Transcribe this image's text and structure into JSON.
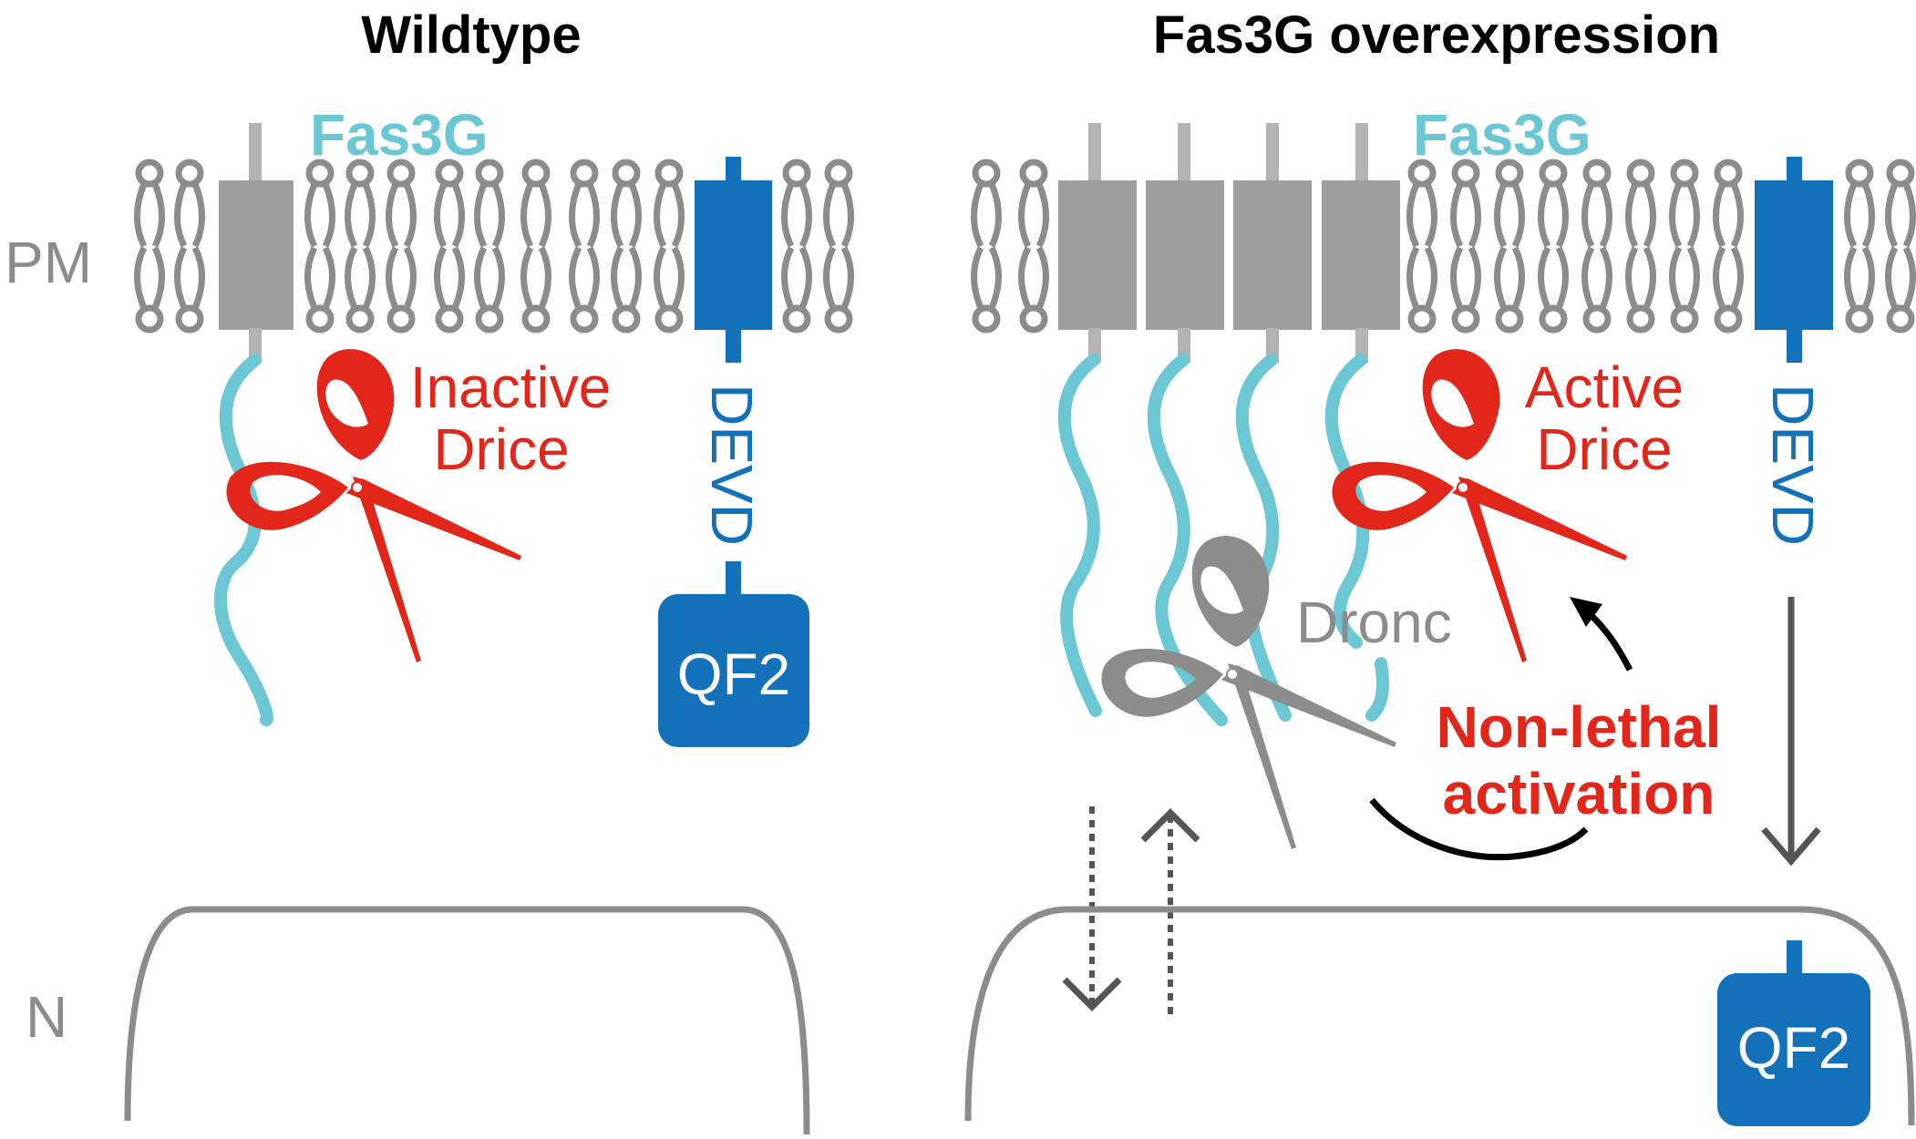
{
  "colors": {
    "gray": "#8c8c8c",
    "gray_dark": "#555555",
    "gray_block": "#9d9e9d",
    "cyan": "#6cc7d5",
    "blue": "#1271b9",
    "red": "#e3261a",
    "black": "#000000"
  },
  "left_panel": {
    "title": "Wildtype",
    "fas3g_label": "Fas3G",
    "pm_label": "PM",
    "n_label": "N",
    "drice_label_line1": "Inactive",
    "drice_label_line2": "Drice",
    "devd_label": "DEVD",
    "qf2_label": "QF2"
  },
  "right_panel": {
    "title": "Fas3G overexpression",
    "fas3g_label": "Fas3G",
    "drice_label_line1": "Active",
    "drice_label_line2": "Drice",
    "dronc_label": "Dronc",
    "activation_label_line1": "Non-lethal",
    "activation_label_line2": "activation",
    "devd_label": "DEVD",
    "qf2_label": "QF2"
  },
  "icons": {
    "drice": "scissors-icon",
    "dronc": "scissors-icon"
  }
}
